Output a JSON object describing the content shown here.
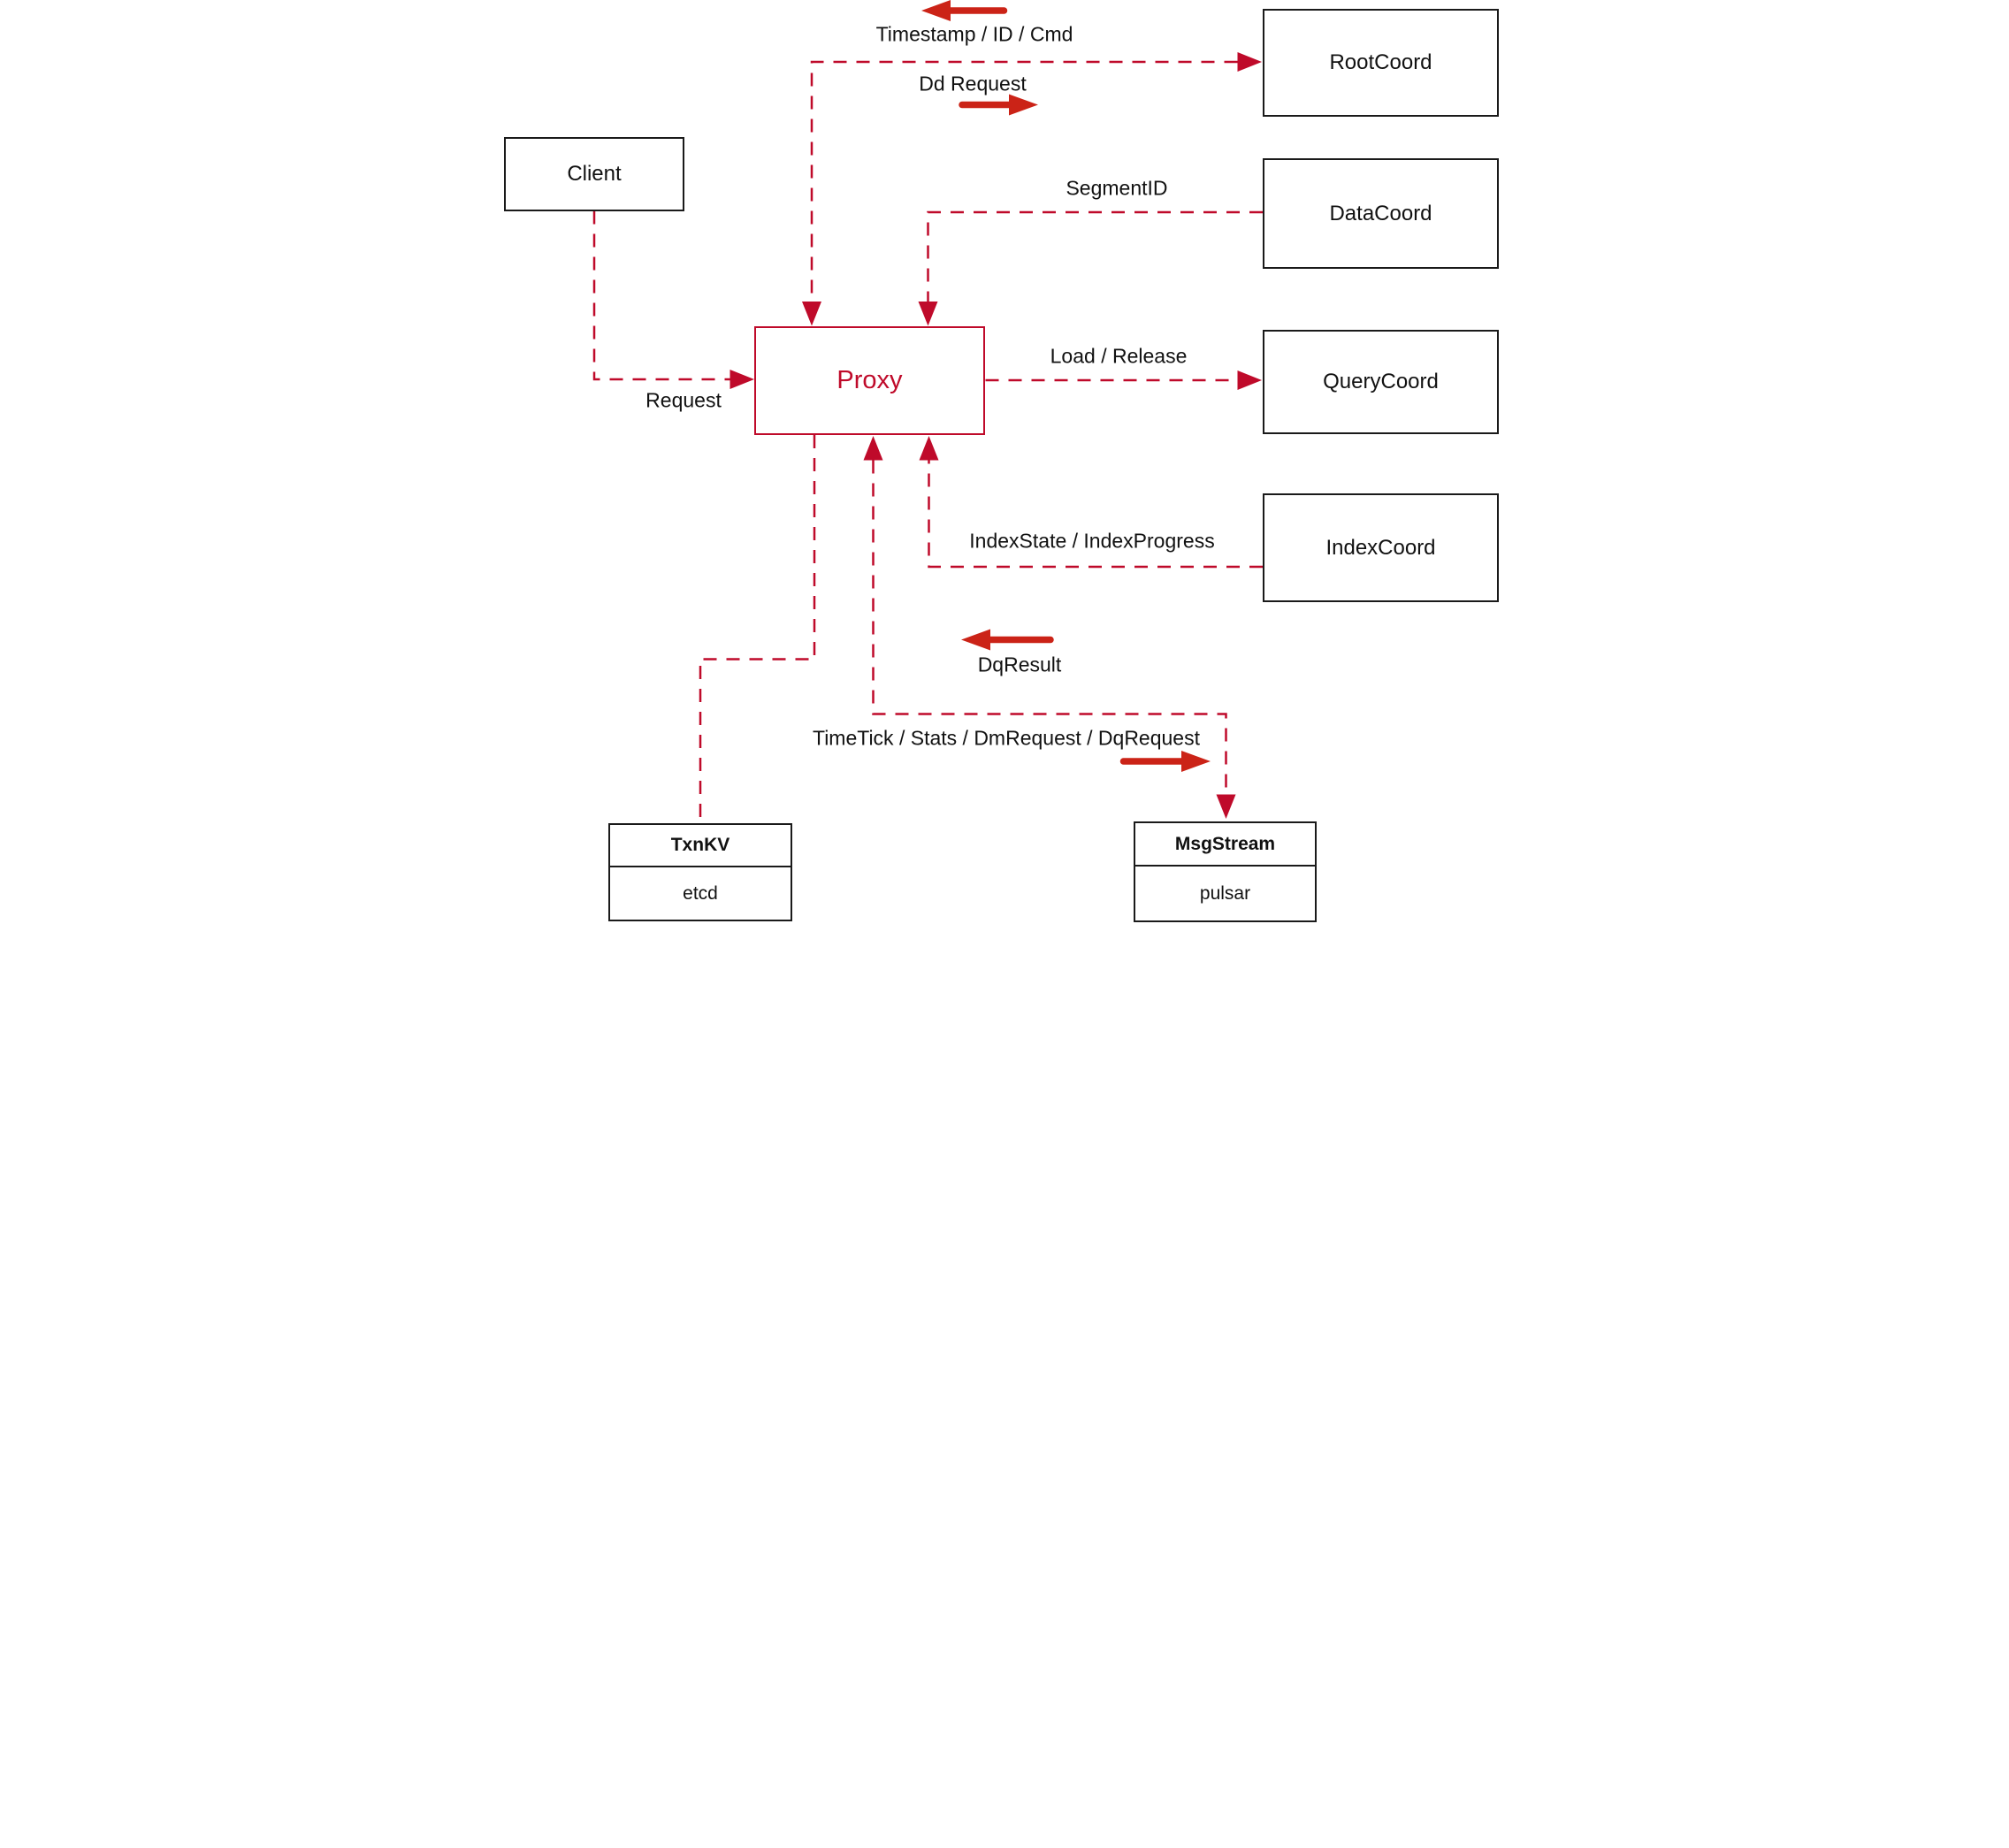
{
  "nodes": {
    "client": {
      "label": "Client"
    },
    "proxy": {
      "label": "Proxy"
    },
    "root_coord": {
      "label": "RootCoord"
    },
    "data_coord": {
      "label": "DataCoord"
    },
    "query_coord": {
      "label": "QueryCoord"
    },
    "index_coord": {
      "label": "IndexCoord"
    },
    "txn_kv": {
      "title": "TxnKV",
      "subtitle": "etcd"
    },
    "msg_stream": {
      "title": "MsgStream",
      "subtitle": "pulsar"
    }
  },
  "edge_labels": {
    "timestamp": "Timestamp / ID / Cmd",
    "dd_request": "Dd Request",
    "segment_id": "SegmentID",
    "request": "Request",
    "load_release": "Load / Release",
    "index_state": "IndexState / IndexProgress",
    "dq_result": "DqResult",
    "time_tick": "TimeTick / Stats / DmRequest / DqRequest"
  },
  "colors": {
    "connector": "#bf0a2a",
    "arrow": "#cb2317",
    "proxy_accent": "#bf0a2a",
    "box_border": "#1a1a1a",
    "text": "#111111",
    "background": "#ffffff"
  }
}
